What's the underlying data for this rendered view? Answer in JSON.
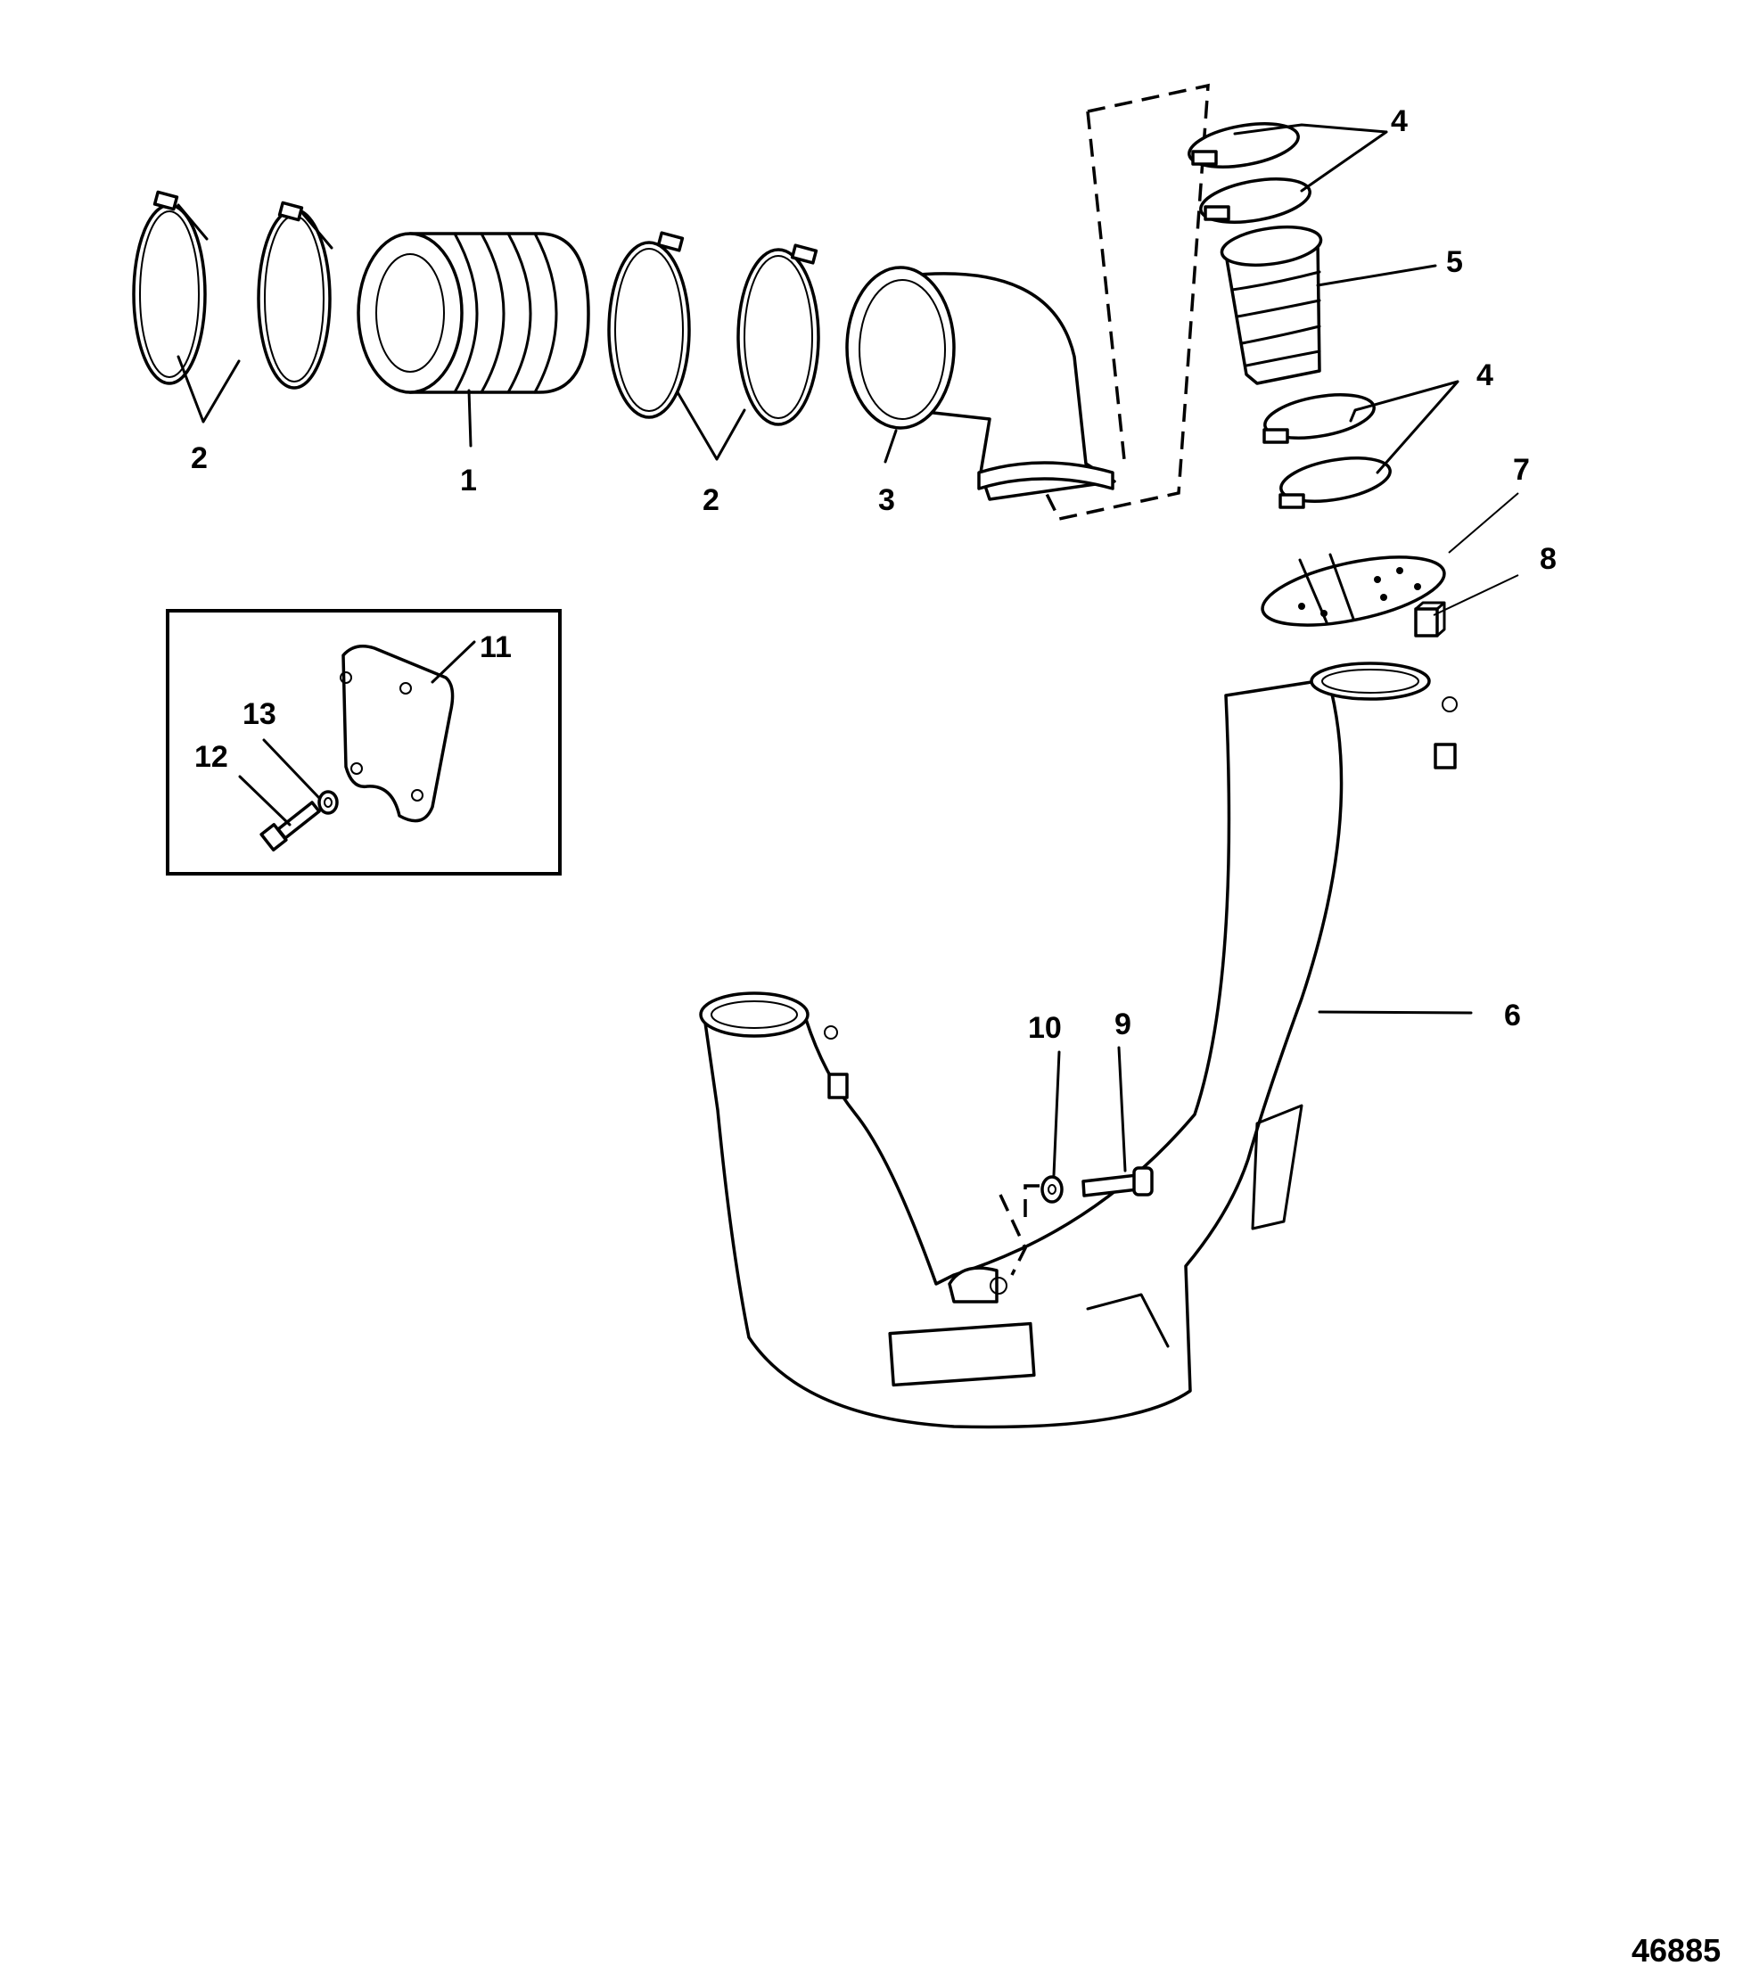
{
  "diagram": {
    "figure_number": "46885",
    "callouts": {
      "c1": "1",
      "c2a": "2",
      "c2b": "2",
      "c3": "3",
      "c4a": "4",
      "c4b": "4",
      "c5": "5",
      "c6": "6",
      "c7": "7",
      "c8": "8",
      "c9": "9",
      "c10": "10",
      "c11": "11",
      "c12": "12",
      "c13": "13"
    }
  }
}
